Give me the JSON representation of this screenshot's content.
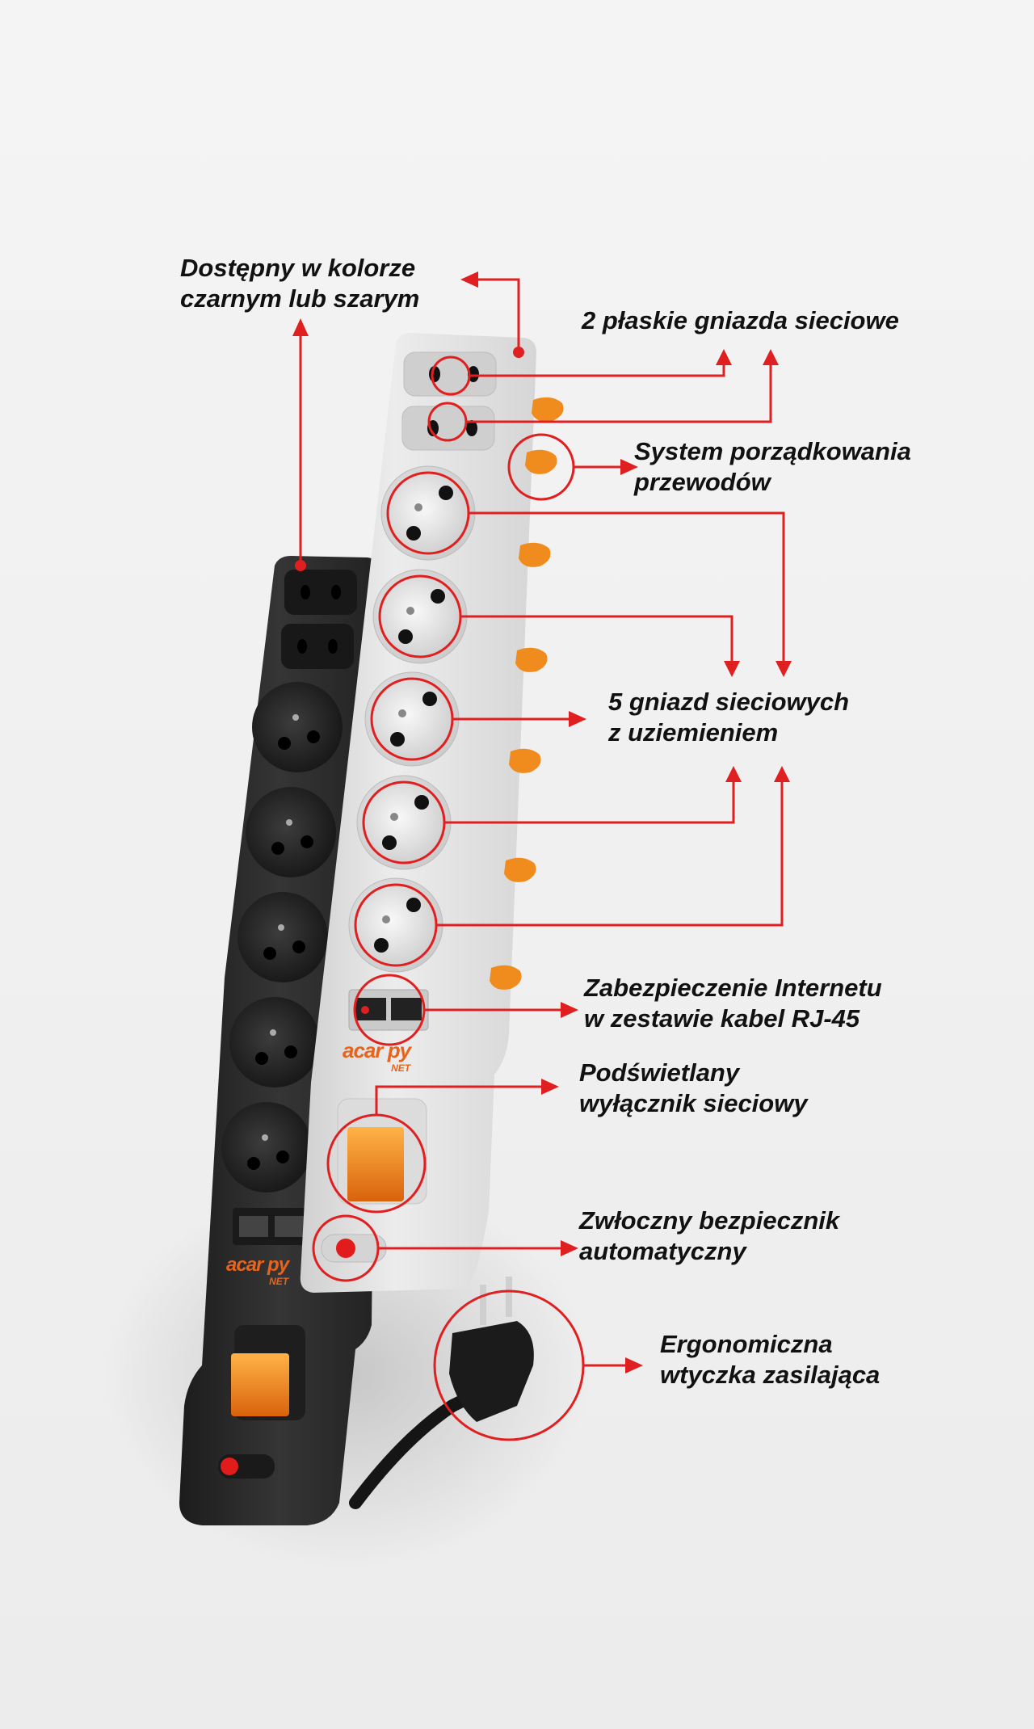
{
  "brand": {
    "logo": "acar py",
    "sub": "NET"
  },
  "colors": {
    "accent": "#e02020",
    "orange": "#f08c1e",
    "dark_strip": "#2c2c2c",
    "light_strip": "#e2e2e2"
  },
  "callouts": {
    "color_options": [
      "Dostępny w kolorze",
      "czarnym lub szarym"
    ],
    "flat_sockets": [
      "2 płaskie gniazda sieciowe"
    ],
    "cable_mgmt": [
      "System porządkowania",
      "przewodów"
    ],
    "grounded_sockets": [
      "5 gniazd sieciowych",
      "z uziemieniem"
    ],
    "internet": [
      "Zabezpieczenie Internetu",
      "w zestawie kabel RJ-45"
    ],
    "switch": [
      "Podświetlany",
      "wyłącznik sieciowy"
    ],
    "fuse": [
      "Zwłoczny bezpiecznik",
      "automatyczny"
    ],
    "plug": [
      "Ergonomiczna",
      "wtyczka zasilająca"
    ]
  }
}
